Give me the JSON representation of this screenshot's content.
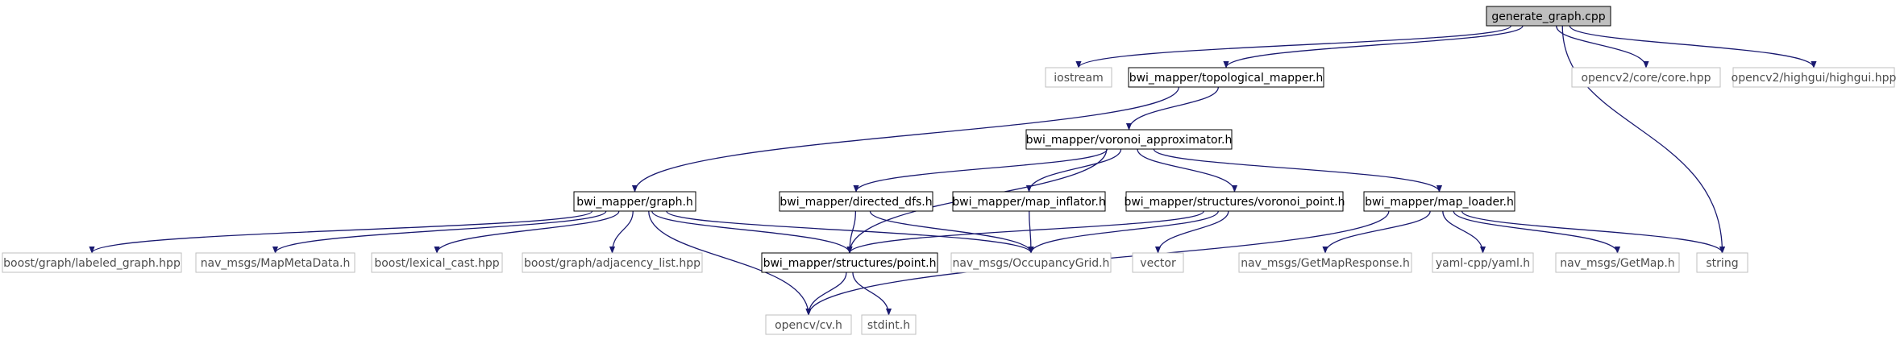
{
  "diagram": {
    "nodes": [
      {
        "id": "root",
        "label": "generate_graph.cpp",
        "style": "root"
      },
      {
        "id": "iostream",
        "label": "iostream",
        "style": "external"
      },
      {
        "id": "topo",
        "label": "bwi_mapper/topological_mapper.h",
        "style": "project"
      },
      {
        "id": "cvcore",
        "label": "opencv2/core/core.hpp",
        "style": "external"
      },
      {
        "id": "highgui",
        "label": "opencv2/highgui/highgui.hpp",
        "style": "external"
      },
      {
        "id": "voronoi",
        "label": "bwi_mapper/voronoi_approximator.h",
        "style": "project"
      },
      {
        "id": "graphh",
        "label": "bwi_mapper/graph.h",
        "style": "project"
      },
      {
        "id": "dfs",
        "label": "bwi_mapper/directed_dfs.h",
        "style": "project"
      },
      {
        "id": "inflator",
        "label": "bwi_mapper/map_inflator.h",
        "style": "project"
      },
      {
        "id": "vpoint",
        "label": "bwi_mapper/structures/voronoi_point.h",
        "style": "project"
      },
      {
        "id": "loader",
        "label": "bwi_mapper/map_loader.h",
        "style": "project"
      },
      {
        "id": "labeled",
        "label": "boost/graph/labeled_graph.hpp",
        "style": "external"
      },
      {
        "id": "mapmeta",
        "label": "nav_msgs/MapMetaData.h",
        "style": "external"
      },
      {
        "id": "lexical",
        "label": "boost/lexical_cast.hpp",
        "style": "external"
      },
      {
        "id": "adjlist",
        "label": "boost/graph/adjacency_list.hpp",
        "style": "external"
      },
      {
        "id": "point",
        "label": "bwi_mapper/structures/point.h",
        "style": "project"
      },
      {
        "id": "occgrid",
        "label": "nav_msgs/OccupancyGrid.h",
        "style": "external"
      },
      {
        "id": "vector",
        "label": "vector",
        "style": "external"
      },
      {
        "id": "getmapresp",
        "label": "nav_msgs/GetMapResponse.h",
        "style": "external"
      },
      {
        "id": "yaml",
        "label": "yaml-cpp/yaml.h",
        "style": "external"
      },
      {
        "id": "getmap",
        "label": "nav_msgs/GetMap.h",
        "style": "external"
      },
      {
        "id": "string",
        "label": "string",
        "style": "external"
      },
      {
        "id": "cvh",
        "label": "opencv/cv.h",
        "style": "external"
      },
      {
        "id": "stdint",
        "label": "stdint.h",
        "style": "external"
      }
    ],
    "edges": [
      [
        "root",
        "iostream"
      ],
      [
        "root",
        "topo"
      ],
      [
        "root",
        "cvcore"
      ],
      [
        "root",
        "highgui"
      ],
      [
        "root",
        "string"
      ],
      [
        "topo",
        "voronoi"
      ],
      [
        "topo",
        "graphh"
      ],
      [
        "voronoi",
        "point"
      ],
      [
        "voronoi",
        "dfs"
      ],
      [
        "voronoi",
        "inflator"
      ],
      [
        "voronoi",
        "vpoint"
      ],
      [
        "voronoi",
        "loader"
      ],
      [
        "graphh",
        "labeled"
      ],
      [
        "graphh",
        "mapmeta"
      ],
      [
        "graphh",
        "lexical"
      ],
      [
        "graphh",
        "adjlist"
      ],
      [
        "graphh",
        "point"
      ],
      [
        "graphh",
        "occgrid"
      ],
      [
        "graphh",
        "cvh"
      ],
      [
        "dfs",
        "point"
      ],
      [
        "dfs",
        "occgrid"
      ],
      [
        "inflator",
        "occgrid"
      ],
      [
        "vpoint",
        "point"
      ],
      [
        "vpoint",
        "occgrid"
      ],
      [
        "vpoint",
        "vector"
      ],
      [
        "loader",
        "cvh"
      ],
      [
        "loader",
        "getmapresp"
      ],
      [
        "loader",
        "yaml"
      ],
      [
        "loader",
        "getmap"
      ],
      [
        "loader",
        "string"
      ],
      [
        "point",
        "cvh"
      ],
      [
        "point",
        "stdint"
      ]
    ],
    "colors": {
      "edge": "#191970",
      "project_border": "#000000",
      "external_border": "#bfbfbf",
      "root_fill": "#bfbfbf",
      "text": "#000000",
      "external_text": "#4d4d4d"
    }
  }
}
